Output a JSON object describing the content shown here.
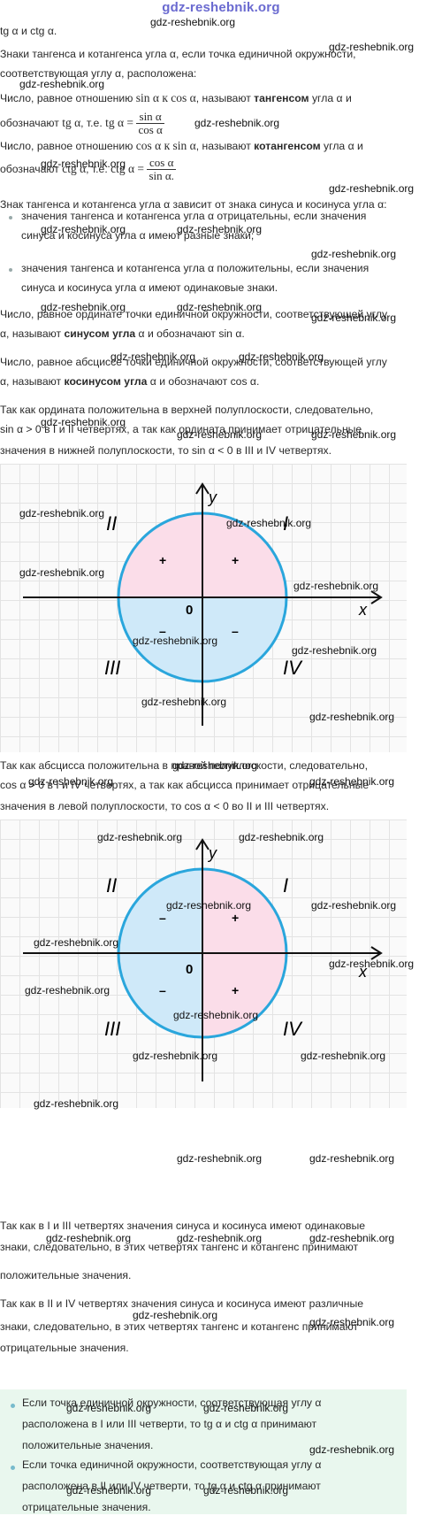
{
  "site_title": "gdz-reshebnik.org",
  "watermark": "gdz-reshebnik.org",
  "p0": "tg α и ctg α.",
  "p1a": "Знаки тангенса и котангенса угла α, если точка единичной окружности,",
  "p1b": "соответствующая углу α, расположена:",
  "p2a_pre": "Число, равное отношению ",
  "p2a_math": "sin α к cos α",
  "p2a_mid": ", называют ",
  "p2a_bold": "тангенсом",
  "p2a_post": " угла α и",
  "p2b_pre": "обозначают ",
  "p2b_math": "tg α",
  "p2b_mid": ", т.е. ",
  "p2b_lhs": "tg α =",
  "p2b_num": "sin α",
  "p2b_den": "cos α",
  "p3a_pre": "Число, равное отношению ",
  "p3a_math": "cos α к sin α",
  "p3a_mid": ", называют ",
  "p3a_bold": "котангенсом",
  "p3a_post": " угла α и",
  "p3b_pre": "обозначают ",
  "p3b_math": "ctg α",
  "p3b_mid": ", т.е. ",
  "p3b_lhs": "ctg α =",
  "p3b_num": "cos α",
  "p3b_den": "sin α.",
  "p4": "Знак тангенса и котангенса угла α зависит от знака синуса и косинуса угла α:",
  "b1a": "значения тангенса и котангенса угла α отрицательны, если значения",
  "b1b": "синуса и косинуса угла α имеют разные знаки;",
  "b2a": "значения тангенса и котангенса угла α положительны, если значения",
  "b2b": "синуса и косинуса угла α имеют одинаковые знаки.",
  "p5a": "Число, равное ординате точки единичной окружности, соответствующей углу",
  "p5b_pre": "α, называют ",
  "p5b_bold": "синусом угла",
  "p5b_post": " α и обозначают sin α.",
  "p6a": "Число, равное абсциссе точки единичной окружности, соответствующей углу",
  "p6b_pre": "α, называют ",
  "p6b_bold": "косинусом угла",
  "p6b_post": " α и обозначают cos α.",
  "p7a": "Так как ордината положительна в верхней полуплоскости, следовательно,",
  "p7b": "sin α > 0 в I и II четвертях, а так как ордината принимает отрицательные",
  "p7c": "значения в нижней полуплоскости, то sin α < 0 в III и IV четвертях.",
  "fig1": {
    "axis_x": "x",
    "axis_y": "y",
    "origin": "0",
    "q1": "I",
    "q2": "II",
    "q3": "III",
    "q4": "IV",
    "s1": "+",
    "s2": "+",
    "s3": "–",
    "s4": "–"
  },
  "p8a": "Так как абсцисса положительна в правой полуплоскости, следовательно,",
  "p8b": "cos α > 0 в I и IV четвертях, а так как абсцисса принимает отрицательные",
  "p8c": "значения в левой полуплоскости, то cos α < 0 во II и III четвертях.",
  "fig2": {
    "axis_x": "x",
    "axis_y": "y",
    "origin": "0",
    "q1": "I",
    "q2": "II",
    "q3": "III",
    "q4": "IV",
    "s1": "+",
    "s2": "–",
    "s3": "–",
    "s4": "+"
  },
  "p9a": "Так как в I и III четвертях значения синуса и косинуса имеют одинаковые",
  "p9b": "знаки, следовательно, в этих четвертях тангенс и котангенс принимают",
  "p9c": "положительные значения.",
  "p10a": "Так как в II и IV четвертях значения синуса и косинуса имеют различные",
  "p10b": "знаки, следовательно, в этих четвертях тангенс и котангенс принимают",
  "p10c": "отрицательные значения.",
  "g1a": "Если точка единичной окружности, соответствующая углу α",
  "g1b": "расположена в I или III четверти, то tg α и ctg α принимают",
  "g1c": "положительные значения.",
  "g2a": "Если точка единичной окружности, соответствующая углу α",
  "g2b": "расположена в II или IV четверти, то tg α и ctg α принимают",
  "g2c": "отрицательные значения.",
  "colors": {
    "pink": "#fbdde9",
    "blue": "#cfe9f9",
    "circle": "#2aa6dc",
    "title": "#6a6ad0",
    "green_box": "#e9f7ee"
  }
}
